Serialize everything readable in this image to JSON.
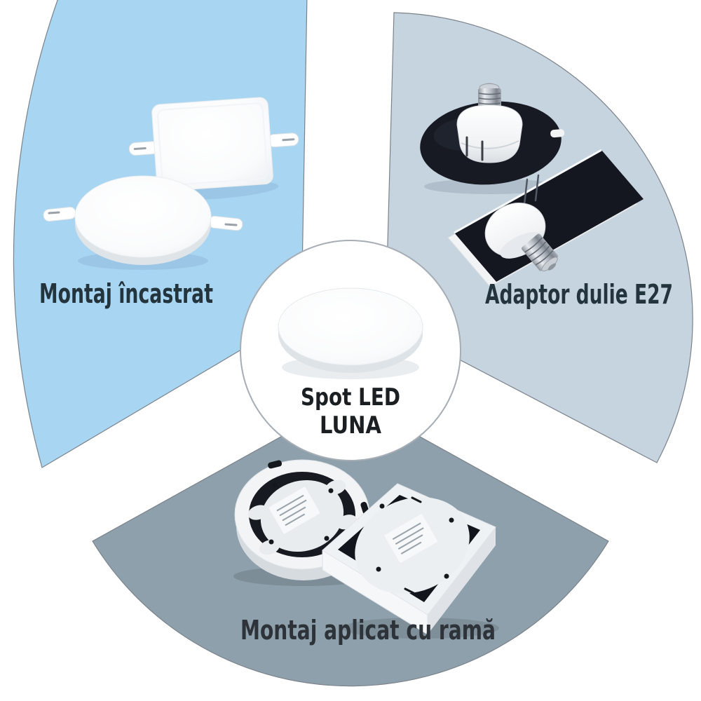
{
  "center": {
    "line1": "Spot LED",
    "line2": "LUNA",
    "circle_fill": "#ffffff",
    "circle_border": "#a6adb4",
    "text_color": "#1c1f22",
    "product": "round-led-panel"
  },
  "sections": [
    {
      "id": "montaj-incastrat",
      "label": "Montaj încastrat",
      "color": "#a8d5f1",
      "position": "top-left",
      "products": [
        "square-recessed-led-panel",
        "round-recessed-led-panel"
      ]
    },
    {
      "id": "adaptor-dulie-e27",
      "label": "Adaptor dulie E27",
      "color": "#c6d4e0",
      "position": "top-right",
      "products": [
        "e27-round-disc-adapter",
        "e27-square-adapter"
      ]
    },
    {
      "id": "montaj-aplicat",
      "label": "Montaj aplicat cu ramă",
      "color": "#8ea0ac",
      "position": "bottom",
      "products": [
        "round-surface-mount-frame",
        "square-surface-mount-frame"
      ]
    }
  ],
  "colors": {
    "background": "#ffffff",
    "label_text": "#24343d",
    "wedge_outline": "#7b828a",
    "product_dark": "#14171f",
    "product_white": "#f2f4f6",
    "metal_light": "#e8ebef",
    "metal_dark": "#7e858e"
  }
}
